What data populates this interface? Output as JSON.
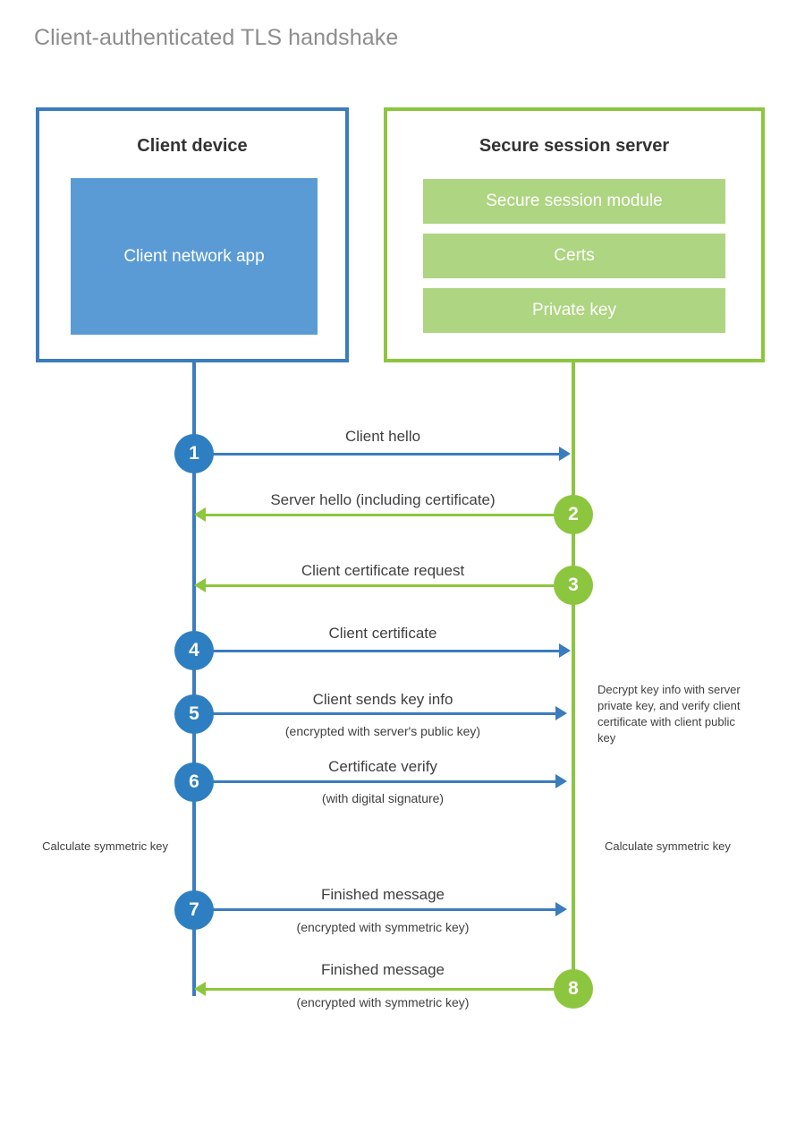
{
  "diagram": {
    "title": "Client-authenticated TLS handshake",
    "colors": {
      "client_blue": "#3b7cbd",
      "client_app_fill": "#5b9bd5",
      "server_green": "#8cc63f",
      "server_bar_fill": "#aed581",
      "step_blue": "#2e7fc1",
      "title_gray": "#8d8d8d",
      "text_dark": "#3f3f3f"
    }
  },
  "parties": {
    "client": {
      "title": "Client device",
      "app_label": "Client network app"
    },
    "server": {
      "title": "Secure session server",
      "components": [
        "Secure session module",
        "Certs",
        "Private key"
      ]
    }
  },
  "steps": [
    {
      "number": "1",
      "label": "Client hello",
      "sublabel": "",
      "direction": "client-to-server",
      "color": "blue"
    },
    {
      "number": "2",
      "label": "Server hello (including certificate)",
      "sublabel": "",
      "direction": "server-to-client",
      "color": "green"
    },
    {
      "number": "3",
      "label": "Client certificate request",
      "sublabel": "",
      "direction": "server-to-client",
      "color": "green"
    },
    {
      "number": "4",
      "label": "Client certificate",
      "sublabel": "",
      "direction": "client-to-server",
      "color": "blue"
    },
    {
      "number": "5",
      "label": "Client sends key info",
      "sublabel": "(encrypted with server's public key)",
      "direction": "client-to-server",
      "color": "blue"
    },
    {
      "number": "6",
      "label": "Certificate verify",
      "sublabel": "(with digital signature)",
      "direction": "client-to-server",
      "color": "blue"
    },
    {
      "number": "7",
      "label": "Finished message",
      "sublabel": "(encrypted with symmetric key)",
      "direction": "client-to-server",
      "color": "blue"
    },
    {
      "number": "8",
      "label": "Finished message",
      "sublabel": "(encrypted with symmetric key)",
      "direction": "server-to-client",
      "color": "green"
    }
  ],
  "notes": {
    "server_decrypt": "Decrypt key info with server private key, and verify client certificate with client public key",
    "client_calculate": "Calculate symmetric key",
    "server_calculate": "Calculate symmetric key"
  }
}
